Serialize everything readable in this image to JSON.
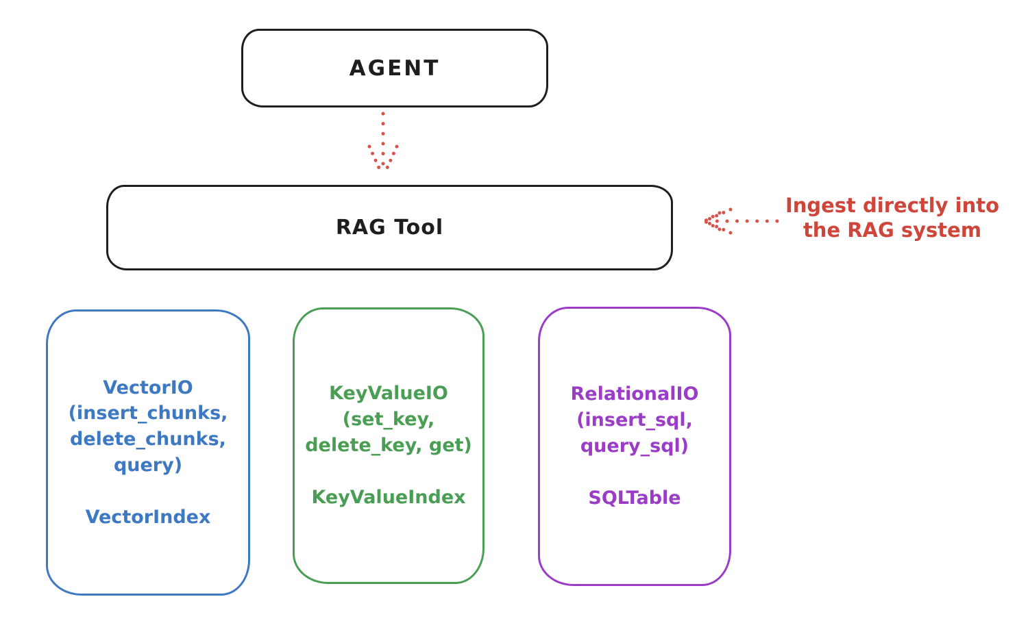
{
  "diagram": {
    "agent": {
      "label": "AGENT"
    },
    "rag_tool": {
      "label": "RAG Tool"
    },
    "annotation": {
      "line1": "Ingest directly into",
      "line2": "the RAG system",
      "color": "#d0453a"
    },
    "arrows": [
      {
        "name": "agent-to-rag-tool",
        "style": "dotted",
        "direction": "down",
        "color": "#d9534a"
      },
      {
        "name": "ingest-into-rag",
        "style": "dotted",
        "direction": "left",
        "color": "#d9534a"
      }
    ],
    "stores": [
      {
        "id": "vector-io",
        "title": "VectorIO\n(insert_chunks,\ndelete_chunks,\nquery)",
        "index_label": "VectorIndex",
        "color": "#3d78c2"
      },
      {
        "id": "keyvalue-io",
        "title": "KeyValueIO\n(set_key,\ndelete_key, get)",
        "index_label": "KeyValueIndex",
        "color": "#4a9e54"
      },
      {
        "id": "relational-io",
        "title": "RelationalIO\n(insert_sql,\nquery_sql)",
        "index_label": "SQLTable",
        "color": "#9a3cc6"
      }
    ],
    "colors": {
      "ink": "#1e1e1e",
      "red": "#d9534a",
      "background": "#ffffff"
    }
  }
}
